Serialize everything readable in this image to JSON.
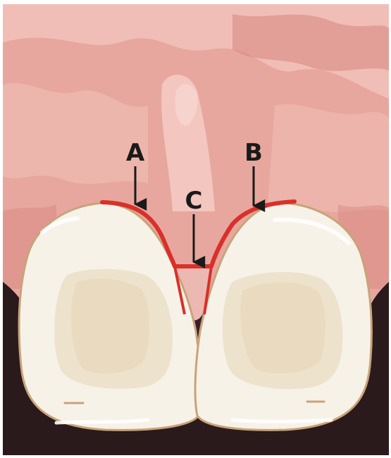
{
  "labels": {
    "a": "A",
    "b": "B",
    "c": "C"
  },
  "colors": {
    "gingiva_base": "#e7a79e",
    "gingiva_light": "#f3c4bd",
    "gingiva_dark": "#d7857d",
    "gingival_margin_line": "#d9302a",
    "tooth_enamel": "#f7f2e8",
    "tooth_outline": "#c9a37a",
    "tooth_inner_shade": "#eadcc3",
    "oral_cavity": "#2a1a1c",
    "papilla": "#ecb8b2"
  },
  "icons": [
    "arrow-down-icon"
  ]
}
